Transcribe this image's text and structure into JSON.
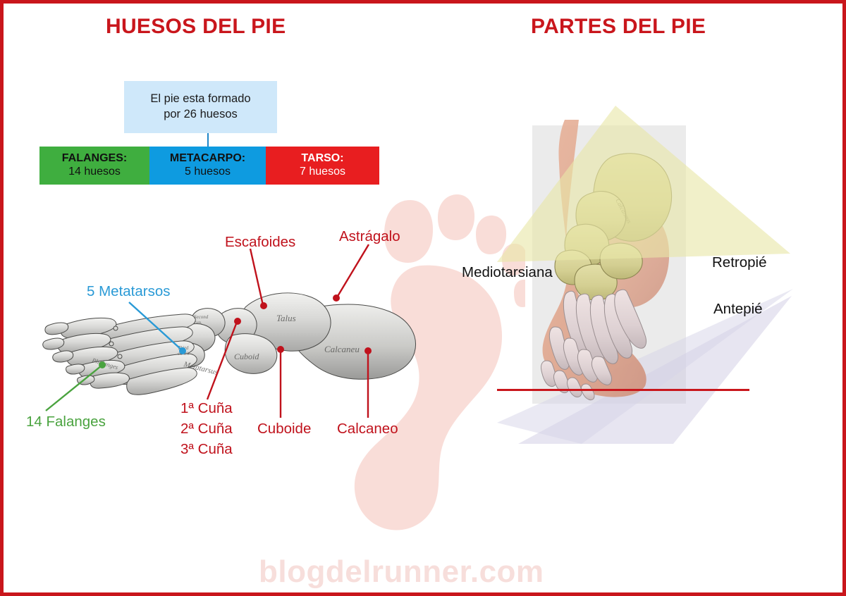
{
  "page": {
    "border_color": "#c9161c",
    "background": "#ffffff",
    "watermark": "blogdelrunner.com"
  },
  "left_panel": {
    "title": "HUESOS DEL PIE",
    "info_box": {
      "line1": "El pie esta formado",
      "line2": "por 26 huesos",
      "background": "#cfe8fa",
      "connector_color": "#1f86c8"
    },
    "bones_bar": {
      "segments": [
        {
          "name": "falanges",
          "title": "FALANGES:",
          "count": "14 huesos",
          "color": "#3fae3f",
          "text_color": "#111111"
        },
        {
          "name": "metacarpo",
          "title": "METACARPO:",
          "count": "5 huesos",
          "color": "#0e9be0",
          "text_color": "#111111"
        },
        {
          "name": "tarso",
          "title": "TARSO:",
          "count": "7 huesos",
          "color": "#e81e20",
          "text_color": "#ffffff"
        }
      ]
    },
    "annotations": [
      {
        "name": "metatarsos",
        "label": "5 Metatarsos",
        "color": "#2a9ad6"
      },
      {
        "name": "falanges",
        "label": "14 Falanges",
        "color": "#4aa33f"
      },
      {
        "name": "escafoides",
        "label": "Escafoides",
        "color": "#c0121c"
      },
      {
        "name": "astragalo",
        "label": "Astrágalo",
        "color": "#c0121c"
      },
      {
        "name": "cuna-1",
        "label": "1ª Cuña",
        "color": "#c0121c"
      },
      {
        "name": "cuna-2",
        "label": "2ª Cuña",
        "color": "#c0121c"
      },
      {
        "name": "cuna-3",
        "label": "3ª Cuña",
        "color": "#c0121c"
      },
      {
        "name": "cuboide",
        "label": "Cuboide",
        "color": "#c0121c"
      },
      {
        "name": "calcaneo",
        "label": "Calcaneo",
        "color": "#c0121c"
      }
    ],
    "illustration_inline_labels": [
      "Second cun.",
      "Third cunei.",
      "Phalanges",
      "Metatarsus",
      "Talus",
      "Cuboid",
      "Calcaneu"
    ]
  },
  "right_panel": {
    "title": "PARTES DEL PIE",
    "annotations": [
      {
        "name": "mediotarsiana",
        "label": "Mediotarsiana",
        "color": "#111111"
      },
      {
        "name": "retropie",
        "label": "Retropié",
        "color": "#111111"
      },
      {
        "name": "antepie",
        "label": "Antepié",
        "color": "#111111"
      }
    ],
    "overlay_colors": {
      "retropie_triangle": "#e9e6a8",
      "antepie_triangle": "#dedceb",
      "panel_background": "#ebebeb",
      "ground_line": "#c9161c"
    }
  }
}
